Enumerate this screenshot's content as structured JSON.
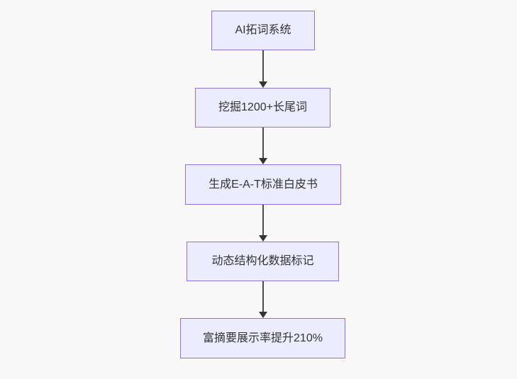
{
  "diagram": {
    "type": "flowchart",
    "direction": "top-down",
    "colors": {
      "canvas_background": "#f8f8f8",
      "node_fill": "#ECECFF",
      "node_border": "#9370DB",
      "edge_line": "#4b4b4b",
      "arrowhead": "#333333",
      "text": "#333333"
    },
    "nodes": [
      {
        "id": "node-1",
        "label": "AI拓词系统"
      },
      {
        "id": "node-2",
        "label": "挖掘1200+长尾词"
      },
      {
        "id": "node-3",
        "label": "生成E-A-T标准白皮书"
      },
      {
        "id": "node-4",
        "label": "动态结构化数据标记"
      },
      {
        "id": "node-5",
        "label": "富摘要展示率提升210%"
      }
    ],
    "edges": [
      {
        "from": "node-1",
        "to": "node-2",
        "style": "arrow-down"
      },
      {
        "from": "node-2",
        "to": "node-3",
        "style": "arrow-down"
      },
      {
        "from": "node-3",
        "to": "node-4",
        "style": "arrow-down"
      },
      {
        "from": "node-4",
        "to": "node-5",
        "style": "arrow-down"
      }
    ]
  }
}
